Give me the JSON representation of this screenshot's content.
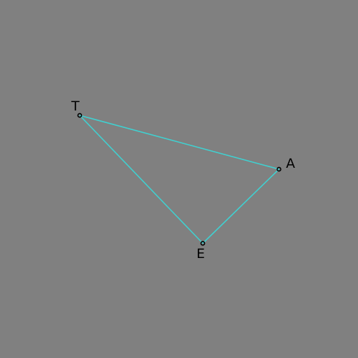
{
  "colors": {
    "background": "#808080",
    "edge": "#40d0d0",
    "point": "#000000",
    "label": "#000000"
  },
  "diagram": {
    "type": "triangle",
    "vertices": [
      {
        "id": "T",
        "label": "T"
      },
      {
        "id": "A",
        "label": "A"
      },
      {
        "id": "E",
        "label": "E"
      }
    ],
    "edges": [
      {
        "from": "T",
        "to": "A"
      },
      {
        "from": "A",
        "to": "E"
      },
      {
        "from": "E",
        "to": "T"
      }
    ]
  }
}
